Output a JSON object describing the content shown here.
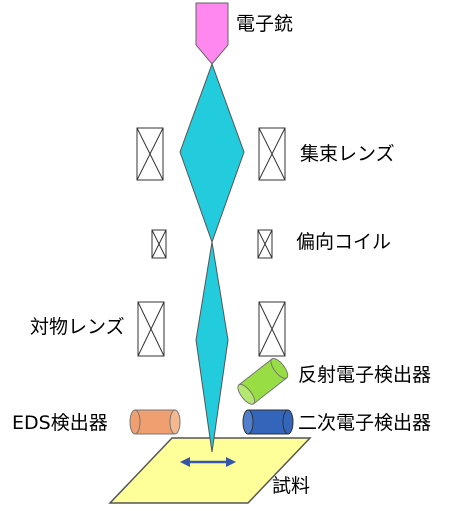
{
  "labels": {
    "electron_gun": "電子銃",
    "condenser_lens": "集束レンズ",
    "deflection_coil": "偏向コイル",
    "objective_lens": "対物レンズ",
    "bse_detector": "反射電子検出器",
    "eds_detector": "EDS検出器",
    "se_detector": "二次電子検出器",
    "sample": "試料"
  },
  "colors": {
    "electron_gun": "#ff88ee",
    "beam": "#22ccdd",
    "bse_detector": "#99dd44",
    "eds_detector": "#f0a070",
    "se_detector": "#3366bb",
    "sample": "#ffff99",
    "scan_arrow": "#3355aa"
  }
}
